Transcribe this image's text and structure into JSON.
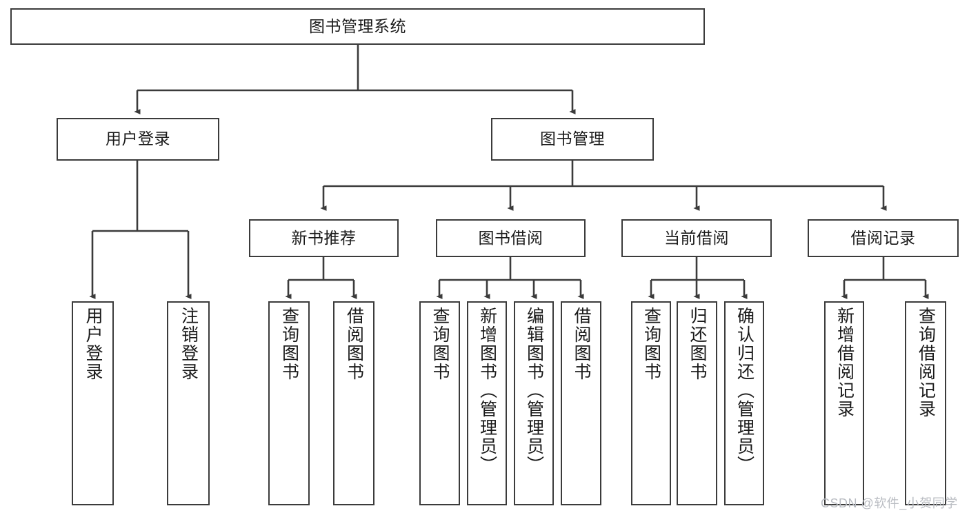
{
  "diagram": {
    "title_node": {
      "label": "图书管理系统"
    },
    "level2": [
      {
        "label": "用户登录"
      },
      {
        "label": "图书管理"
      }
    ],
    "level3": [
      {
        "label": "新书推荐"
      },
      {
        "label": "图书借阅"
      },
      {
        "label": "当前借阅"
      },
      {
        "label": "借阅记录"
      }
    ],
    "leaves": {
      "user_login": [
        {
          "label": "用户登录"
        },
        {
          "label": "注销登录"
        }
      ],
      "new_book_recommend": [
        {
          "label": "查询图书"
        },
        {
          "label": "借阅图书"
        }
      ],
      "book_borrow": [
        {
          "label": "查询图书"
        },
        {
          "label": "新增图书（管理员）"
        },
        {
          "label": "编辑图书（管理员）"
        },
        {
          "label": "借阅图书"
        }
      ],
      "current_borrow": [
        {
          "label": "查询图书"
        },
        {
          "label": "归还图书"
        },
        {
          "label": "确认归还（管理员）"
        }
      ],
      "borrow_record": [
        {
          "label": "新增借阅记录"
        },
        {
          "label": "查询借阅记录"
        }
      ]
    }
  },
  "watermark": {
    "text": "CSDN @软件_小贺同学"
  },
  "colors": {
    "stroke": "#3b3b3b",
    "text": "#1a1a1a",
    "background": "#ffffff",
    "watermark": "#b9bcc2"
  }
}
